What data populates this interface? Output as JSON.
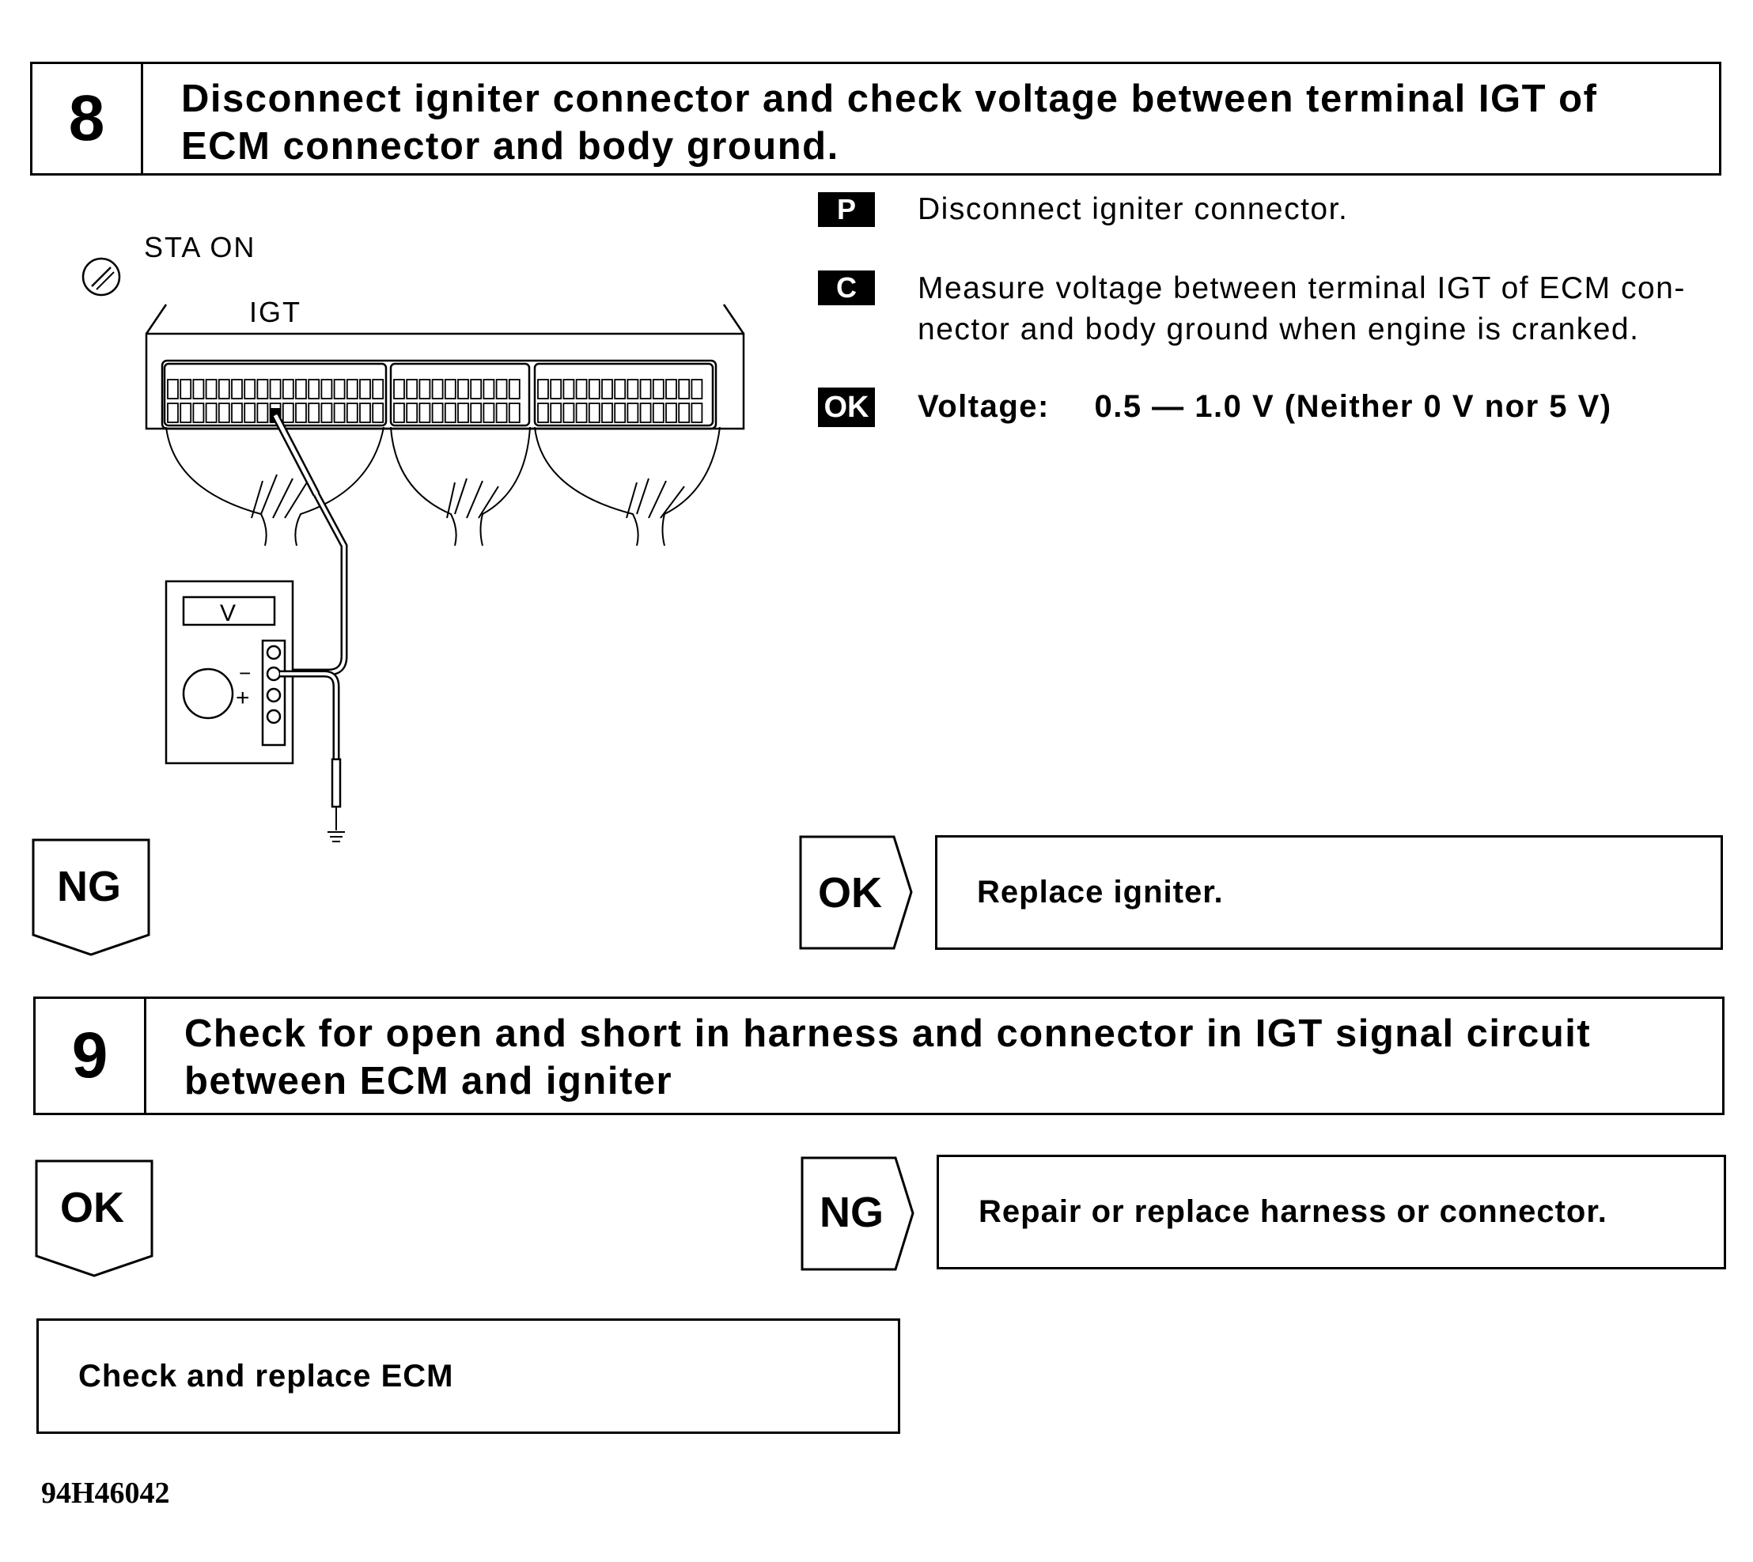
{
  "step8": {
    "number": "8",
    "title_line1": "Disconnect igniter connector and check voltage between terminal IGT of",
    "title_line2": "ECM connector and body ground."
  },
  "diagram": {
    "sta_label": "STA ON",
    "igt_label": "IGT",
    "meter_label": "V",
    "minus": "−",
    "plus": "+"
  },
  "instructions": {
    "p_badge": "P",
    "p_text": "Disconnect igniter connector.",
    "c_badge": "C",
    "c_text_line1": "Measure voltage between terminal IGT of ECM con-",
    "c_text_line2": "nector and body ground when engine is cranked.",
    "ok_badge": "OK",
    "ok_label": "Voltage:",
    "ok_value": "0.5 — 1.0 V (Neither 0 V nor 5 V)"
  },
  "flow8": {
    "down_label": "NG",
    "right_label": "OK",
    "right_result": "Replace igniter."
  },
  "step9": {
    "number": "9",
    "title_line1": "Check for open and short in harness and connector in IGT signal circuit",
    "title_line2": "between ECM and igniter"
  },
  "flow9": {
    "down_label": "OK",
    "right_label": "NG",
    "right_result": "Repair or replace harness or connector.",
    "final_result": "Check and replace ECM"
  },
  "doc_code": "94H46042"
}
